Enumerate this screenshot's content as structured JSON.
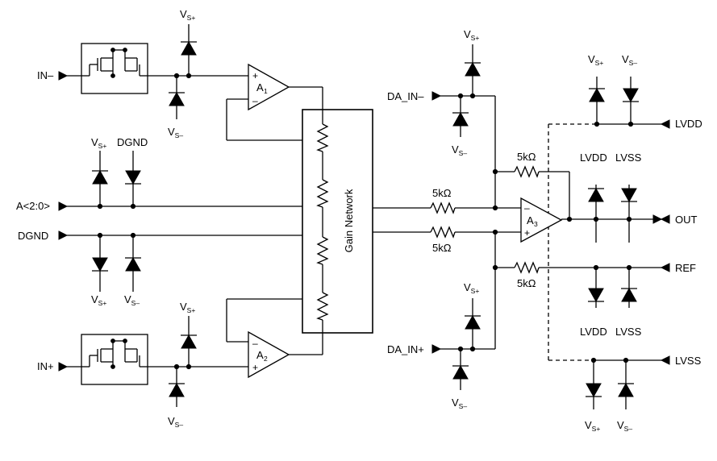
{
  "pins": {
    "in_minus": "IN–",
    "in_plus": "IN+",
    "addr": "A<2:0>",
    "dgnd": "DGND",
    "da_in_minus": "DA_IN–",
    "da_in_plus": "DA_IN+",
    "lvdd": "LVDD",
    "lvss": "LVSS",
    "out": "OUT",
    "ref": "REF"
  },
  "supply": {
    "v": "V",
    "s_plus": "S+",
    "s_minus": "S–",
    "lvdd": "LVDD",
    "lvss": "LVSS",
    "dgnd": "DGND"
  },
  "amps": {
    "a1": {
      "letter": "A",
      "index": "1"
    },
    "a2": {
      "letter": "A",
      "index": "2"
    },
    "a3": {
      "letter": "A",
      "index": "3"
    },
    "plus": "+",
    "minus": "–"
  },
  "resistors": {
    "r_in_top": "5kΩ",
    "r_in_bottom": "5kΩ",
    "r_feedback": "5kΩ",
    "r_ref": "5kΩ"
  },
  "gain_network": {
    "label": "Gain Network"
  }
}
